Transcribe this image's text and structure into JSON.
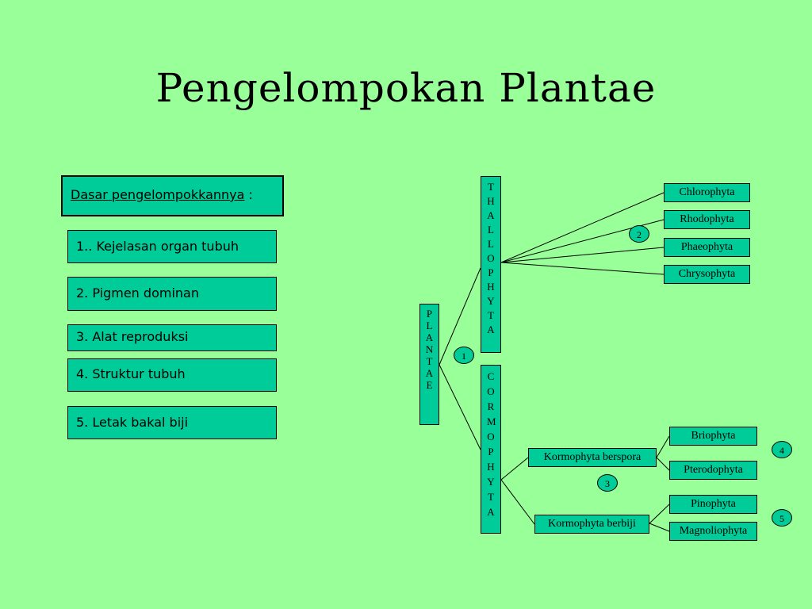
{
  "title": "Pengelompokan Plantae",
  "basis": {
    "heading": "Dasar pengelompokkannya",
    "colon": " :"
  },
  "criteria": [
    "1.. Kejelasan organ tubuh",
    "2. Pigmen dominan",
    "3. Alat reproduksi",
    "4. Struktur tubuh",
    "5. Letak bakal biji"
  ],
  "tree": {
    "root": "PLANTAE",
    "thallophyta": "THALLOPHYTA",
    "cormophyta": "CORMOPHYTA",
    "algae": [
      "Chlorophyta",
      "Rhodophyta",
      "Phaeophyta",
      "Chrysophyta"
    ],
    "spore_group": "Kormophyta berspora",
    "seed_group": "Kormophyta berbiji",
    "spore_members": [
      "Briophyta",
      "Pterodophyta"
    ],
    "seed_members": [
      "Pinophyta",
      "Magnoliophyta"
    ]
  },
  "markers": [
    "1",
    "2",
    "3",
    "4",
    "5"
  ]
}
